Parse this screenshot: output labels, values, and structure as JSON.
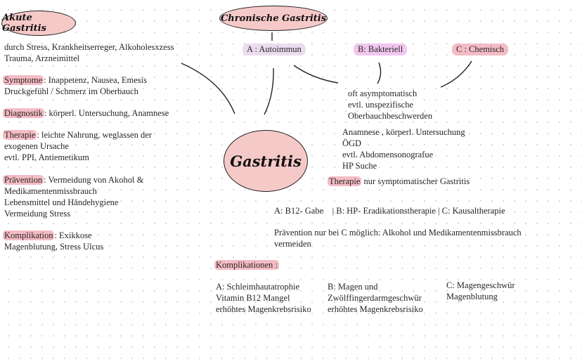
{
  "akute": {
    "title": "Akute Gastritis",
    "cause": [
      "durch Stress, Krankheitserreger, Alkoholesxzess",
      "Trauma, Arzneimittel"
    ],
    "symptome_label": "Symptome",
    "symptome": [
      ": Inappetenz, Nausea, Emesis",
      "Druckgefühl / Schmerz im Oberbauch"
    ],
    "diagnostik_label": "Diagnostik",
    "diagnostik": ": körperl. Untersuchung, Anamnese",
    "therapie_label": "Therapie",
    "therapie": [
      ": leichte Nahrung, weglassen der",
      "exogenen Ursache",
      "evtl. PPI, Antiemetikum"
    ],
    "praevention_label": "Prävention",
    "praevention": [
      ": Vermeidung von Akohol &",
      "Medikamentenmissbrauch",
      "Lebensmittel und Händehygiene",
      "Vermeidung Stress"
    ],
    "komplikation_label": "Komplikation",
    "komplikation": [
      ": Exikkose",
      "Magenblutung, Stress Ulcus"
    ]
  },
  "center": {
    "title": "Gastritis"
  },
  "chronisch": {
    "title": "Chronische Gastritis",
    "types": [
      "A : Autoimmun",
      "B: Bakteriell",
      "C : Chemisch"
    ],
    "symptome": [
      "oft asymptomatisch",
      "evtl. unspezifische",
      "Oberbauchbeschwerden"
    ],
    "diagnostik": [
      "Anamnese , körperl. Untersuchung",
      "ÖGD",
      "evtl. Abdomensonografue",
      "HP Suche"
    ],
    "therapie_label": "Therapie",
    "therapie": " nur symptomatischer Gastritis",
    "therapie_types": "A: B12- Gabe    | B: HP- Eradikationstherapie | C: Kausaltherapie",
    "praevention": [
      "Prävention nur bei C möglich: Alkohol und Medikamentenmissbrauch",
      "vermeiden"
    ],
    "komplikationen_label": "Komplikationen :",
    "komplikationen": [
      [
        "A: Schleimhautatrophie",
        "Vitamin B12 Mangel",
        "erhöhtes Magenkrebsrisiko"
      ],
      [
        "B: Magen und",
        "Zwölffingerdarmgeschwür",
        "erhöhtes Magenkrebsrisiko"
      ],
      [
        "C: Magengeschwür",
        "Magenblutung"
      ]
    ]
  },
  "colors": {
    "ellipse": "#f6c9c9",
    "highlight": "#f4bcc4",
    "type_a": "#ecdcef",
    "type_b": "#f1c7ef",
    "type_c": "#f4bcc6"
  }
}
